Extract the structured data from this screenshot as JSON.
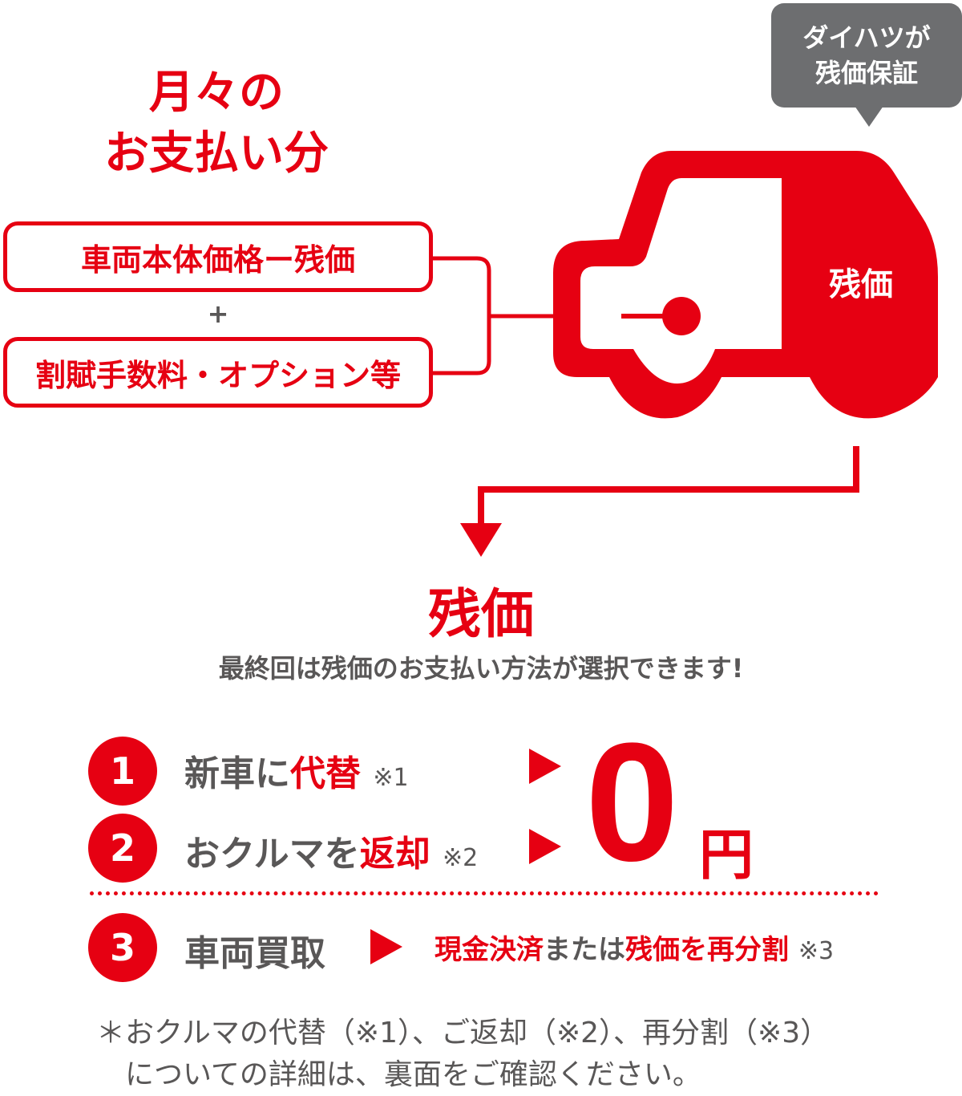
{
  "colors": {
    "accent": "#e60012",
    "text": "#595757",
    "bubble": "#6d6e70"
  },
  "monthly": {
    "title_line1": "月々の",
    "title_line2": "お支払い分"
  },
  "boxes": {
    "box1": "車両本体価格ー残価",
    "plus": "+",
    "box2": "割賦手数料・オプション等"
  },
  "bubble": {
    "line1": "ダイハツが",
    "line2": "残価保証"
  },
  "car": {
    "label": "残価",
    "icon": "car-icon"
  },
  "zanka": {
    "title": "残価",
    "subtitle": "最終回は残価のお支払い方法が選択できます!"
  },
  "options": [
    {
      "number": "1",
      "text_plain": "新車に",
      "text_red": "代替",
      "note": "※1"
    },
    {
      "number": "2",
      "text_plain": "おクルマを",
      "text_red": "返却",
      "note": "※2"
    },
    {
      "number": "3",
      "text_plain": "車両買取",
      "note": "※3",
      "detail_red1": "現金決済",
      "detail_plain": "または",
      "detail_red2": "残価を再分割"
    }
  ],
  "result": {
    "amount": "0",
    "unit": "円"
  },
  "footnote": {
    "line1": "＊おクルマの代替（※1）、ご返却（※2）、再分割（※3）",
    "line2": "についての詳細は、裏面をご確認ください。"
  }
}
